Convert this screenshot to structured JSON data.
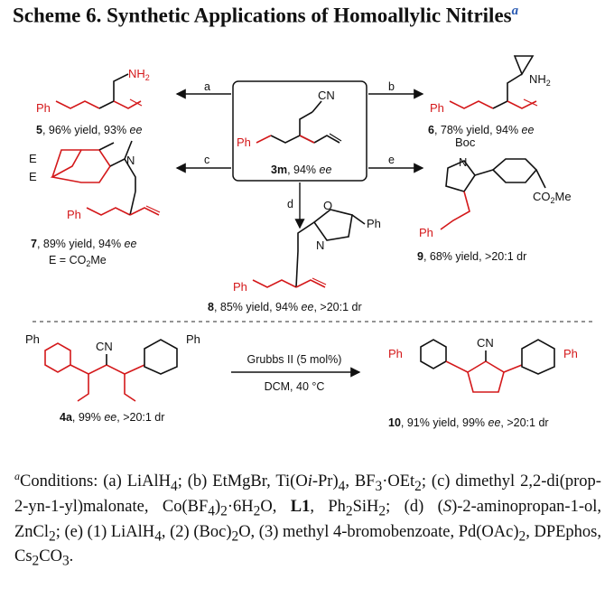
{
  "title": {
    "prefix": "Scheme 6. Synthetic Applications of Homoallylic Nitriles",
    "sup": "a"
  },
  "center": {
    "compound": "3m",
    "yield": ", 94% ",
    "ee": "ee",
    "cn": "CN",
    "ph": "Ph"
  },
  "arrows": {
    "a": "a",
    "b": "b",
    "c": "c",
    "d": "d",
    "e": "e"
  },
  "atoms": {
    "nh2": "NH",
    "two": "2",
    "ph": "Ph",
    "n": "N",
    "e": "E",
    "boc": "Boc",
    "co2me_a": "CO",
    "co2me_b": "Me",
    "o": "O",
    "cn": "CN"
  },
  "products": {
    "p5": {
      "num": "5",
      "text": ", 96% yield, 93% ",
      "ee": "ee"
    },
    "p6": {
      "num": "6",
      "text": ", 78% yield, 94% ",
      "ee": "ee"
    },
    "p7": {
      "num": "7",
      "text": ", 89% yield, 94% ",
      "ee": "ee",
      "note_a": "E = CO",
      "note_b": "Me"
    },
    "p8": {
      "num": "8",
      "text": ", 85% yield, 94% ",
      "ee": "ee",
      "tail": ", >20:1 dr"
    },
    "p9": {
      "num": "9",
      "text": ", 68% yield, >20:1 dr"
    },
    "p4a": {
      "num": "4a",
      "text": ", 99% ",
      "ee": "ee",
      "tail": ", >20:1 dr"
    },
    "p10": {
      "num": "10",
      "text": ", 91% yield, 99% ",
      "ee": "ee",
      "tail": ", >20:1 dr"
    }
  },
  "rcm": {
    "above": "Grubbs II (5 mol%)",
    "below": "DCM, 40 °C"
  },
  "conditions": {
    "sup": "a",
    "l1": "Conditions: (a) LiAlH",
    "l1b": "; (b) EtMgBr, Ti(O",
    "l1c": "i",
    "l1d": "-Pr)",
    "l1e": ", BF",
    "l1f": "·OEt",
    "l1g": "; (c)",
    "l2": "dimethyl 2,2-di(prop-2-yn-1-yl)malonate, Co(BF",
    "l2b": ")",
    "l2c": "·6H",
    "l2d": "O, ",
    "l2e": "L1",
    "l2f": ",",
    "l3": "Ph",
    "l3b": "SiH",
    "l3c": "; (d) (",
    "l3d": "S",
    "l3e": ")-2-aminopropan-1-ol, ZnCl",
    "l3f": "; (e) (1) LiAlH",
    "l3g": ", (2)",
    "l4": "(Boc)",
    "l4b": "O, (3) methyl 4-bromobenzoate, Pd(OAc)",
    "l4c": ", DPEphos,",
    "l5": "Cs",
    "l5b": "CO",
    "l5c": ".",
    "s4": "4",
    "s2": "2",
    "s3": "3"
  },
  "colors": {
    "red": "#d4181a",
    "black": "#111111",
    "blue": "#2a5bb3"
  }
}
